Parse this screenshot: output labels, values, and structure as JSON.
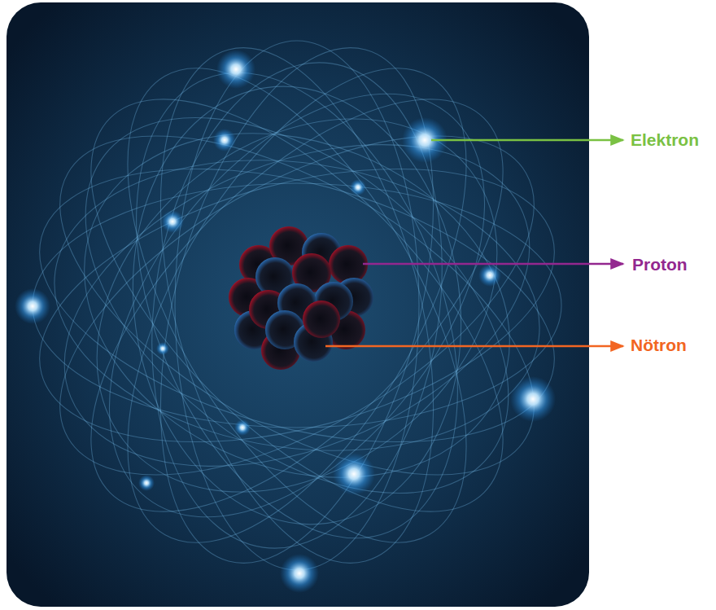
{
  "diagram": {
    "labels": [
      "Elektron",
      "Proton",
      "Nötron"
    ]
  }
}
